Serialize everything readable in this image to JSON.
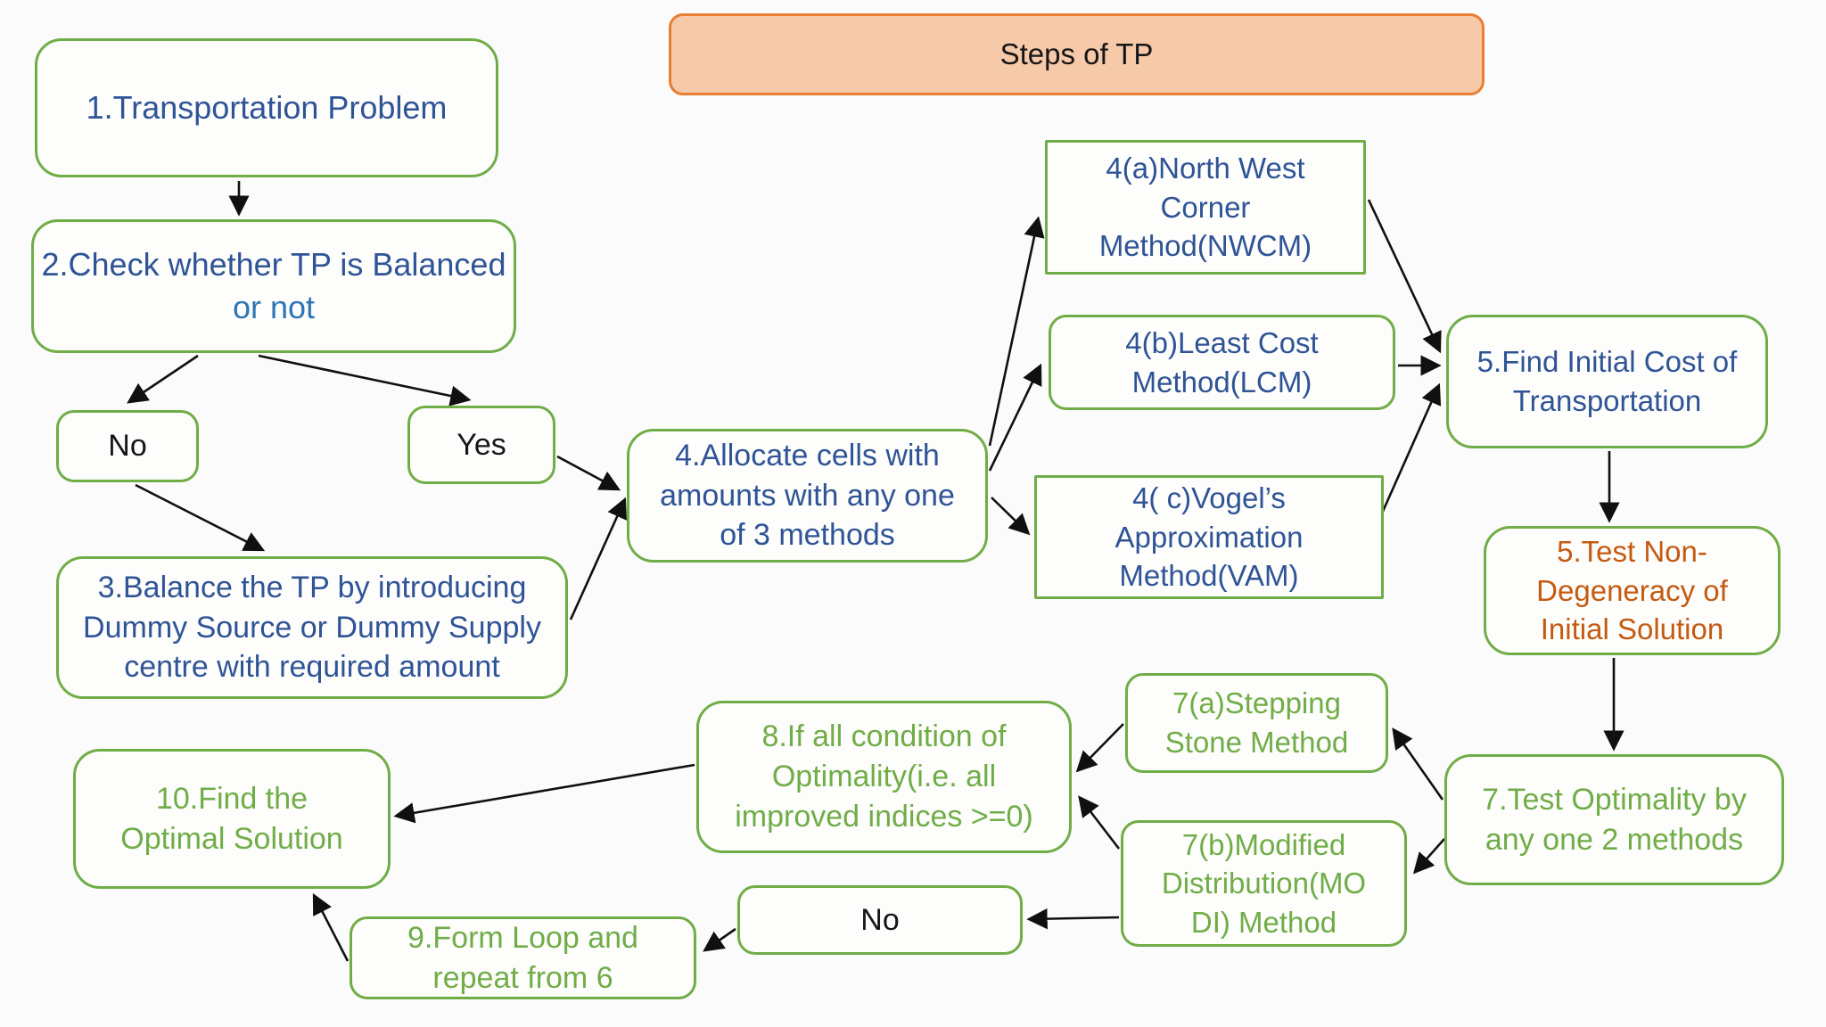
{
  "title": {
    "label": "Steps of TP"
  },
  "colors": {
    "node_border_green": "#70AD47",
    "text_blue": "#2F5496",
    "text_blue_light": "#2E75B6",
    "text_green": "#70AD47",
    "text_orange": "#C55A11",
    "banner_fill": "#F6C9A8",
    "banner_border": "#E87E31",
    "arrow": "#101010"
  },
  "nodes": {
    "step1": {
      "text": "1.Transportation Problem"
    },
    "step2": {
      "line1": "2.Check whether TP is Balanced",
      "line2": "or not"
    },
    "no_top": {
      "text": "No"
    },
    "yes": {
      "text": "Yes"
    },
    "step3": {
      "text": "3.Balance the TP by introducing\nDummy Source or Dummy Supply\ncentre with required amount"
    },
    "step4": {
      "text": "4.Allocate cells with\namounts with any one\nof 3 methods"
    },
    "step4a": {
      "text": "4(a)North West\nCorner\nMethod(NWCM)"
    },
    "step4b": {
      "text": "4(b)Least Cost\nMethod(LCM)"
    },
    "step4c": {
      "text": "4( c)Vogel’s\nApproximation\nMethod(VAM)"
    },
    "step5": {
      "text": "5.Find Initial Cost of\nTransportation"
    },
    "step5_test": {
      "text": "5.Test Non-\nDegeneracy of\nInitial Solution"
    },
    "step7": {
      "text": "7.Test Optimality by\nany one 2 methods"
    },
    "step7a": {
      "text": "7(a)Stepping\nStone Method"
    },
    "step7b": {
      "text": "7(b)Modified\nDistribution(MO\nDI) Method"
    },
    "step8": {
      "text": "8.If all condition of\nOptimality(i.e. all\nimproved indices >=0)"
    },
    "no_bottom": {
      "text": "No"
    },
    "step9": {
      "text": "9.Form Loop and\nrepeat  from 6"
    },
    "step10": {
      "text": "10.Find the\nOptimal Solution"
    }
  }
}
